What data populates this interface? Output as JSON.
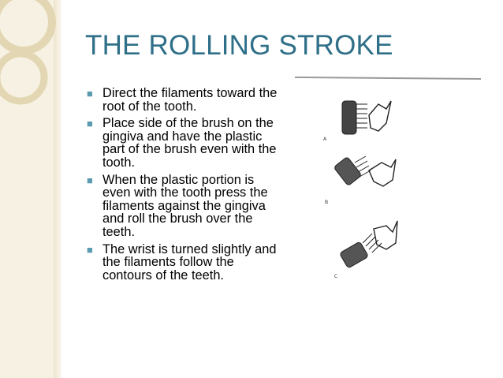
{
  "slide": {
    "title": "THE ROLLING STROKE",
    "bullets": [
      "Direct the filaments toward the root of the tooth.",
      "Place side of the brush on the gingiva and have the plastic part of the brush even with the tooth.",
      "When the plastic portion is even with the tooth press the filaments against the gingiva and roll the brush over the teeth.",
      "The wrist is turned slightly and the filaments follow the contours of the teeth."
    ]
  },
  "figure": {
    "labels": [
      "A",
      "B",
      "C"
    ]
  },
  "colors": {
    "title": "#2f6f88",
    "bullet": "#5b9bb0",
    "sidebar": "#f6f1e2",
    "decoration": "#e3d6b3"
  },
  "icons": {
    "bullet": "bullet-icon"
  }
}
